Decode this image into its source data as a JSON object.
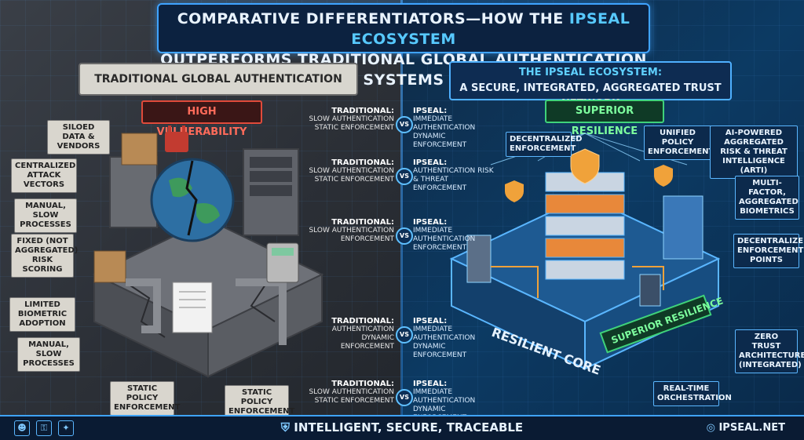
{
  "title": {
    "line1_pre": "COMPARATIVE DIFFERENTIATORS—HOW THE ",
    "line1_hl": "IPSEAL ECOSYSTEM",
    "line2": "OUTPERFORMS TRADITIONAL GLOBAL AUTHENTICATION SYSTEMS"
  },
  "left": {
    "header": "TRADITIONAL GLOBAL AUTHENTICATION SYSTEMS",
    "badge": "HIGH VULNERABILITY",
    "labels": [
      "SILOED DATA & VENDORS",
      "CENTRALIZED ATTACK VECTORS",
      "MANUAL, SLOW PROCESSES",
      "FIXED (NOT AGGREGATED) RISK SCORING",
      "LIMITED BIOMETRIC ADOPTION",
      "MANUAL, SLOW PROCESSES",
      "STATIC POLICY ENFORCEMENT",
      "STATIC POLICY ENFORCEMENT"
    ]
  },
  "right": {
    "header_l1": "THE IPSEAL ECOSYSTEM:",
    "header_l2": "A SECURE, INTEGRATED, AGGREGATED TRUST NETWORK",
    "badge": "SUPERIOR RESILIENCE",
    "labels": [
      "DECENTRALIZED ENFORCEMENT",
      "UNIFIED POLICY ENFORCEMENT",
      "AI-POWERED AGGREGATED RISK & THREAT INTELLIGENCE (ARTI)",
      "MULTI-FACTOR, AGGREGATED BIOMETRICS",
      "DECENTRALIZED ENFORCEMENT POINTS",
      "ZERO TRUST ARCHITECTURE (INTEGRATED)",
      "REAL-TIME ORCHESTRATION"
    ],
    "core_label": "RESILIENT CORE",
    "core_badge": "SUPERIOR RESILIENCE"
  },
  "comparisons": [
    {
      "trad_title": "TRADITIONAL:",
      "trad_text": "SLOW AUTHENTICATION STATIC ENFORCEMENT",
      "vs": "VS",
      "ips_title": "IPSEAL:",
      "ips_text": "IMMEDIATE AUTHENTICATION DYNAMIC ENFORCEMENT"
    },
    {
      "trad_title": "TRADITIONAL:",
      "trad_text": "SLOW AUTHENTICATION STATIC ENFORCEMENT",
      "vs": "VS",
      "ips_title": "IPSEAL:",
      "ips_text": "AUTHENTICATION RISK & THREAT ENFORCEMENT"
    },
    {
      "trad_title": "TRADITIONAL:",
      "trad_text": "SLOW AUTHENTICATION ENFORCEMENT",
      "vs": "VS",
      "ips_title": "IPSEAL:",
      "ips_text": "IMMEDIATE AUTHENTICATION ENFORCEMENT"
    },
    {
      "trad_title": "TRADITIONAL:",
      "trad_text": "AUTHENTICATION DYNAMIC ENFORCEMENT",
      "vs": "VS",
      "ips_title": "IPSEAL:",
      "ips_text": "IMMEDIATE AUTHENTICATION DYNAMIC ENFORCEMENT"
    },
    {
      "trad_title": "TRADITIONAL:",
      "trad_text": "SLOW AUTHENTICATION STATIC ENFORCEMENT",
      "vs": "VS",
      "ips_title": "IPSEAL:",
      "ips_text": "IMMEDIATE AUTHENTICATION DYNAMIC ENFORCEMENT"
    }
  ],
  "footer": {
    "tagline": "INTELLIGENT, SECURE, TRACEABLE",
    "url": "IPSEAL.NET"
  },
  "colors": {
    "accent": "#3fa3ff",
    "danger": "#e04a3a",
    "success": "#3fd27a"
  }
}
